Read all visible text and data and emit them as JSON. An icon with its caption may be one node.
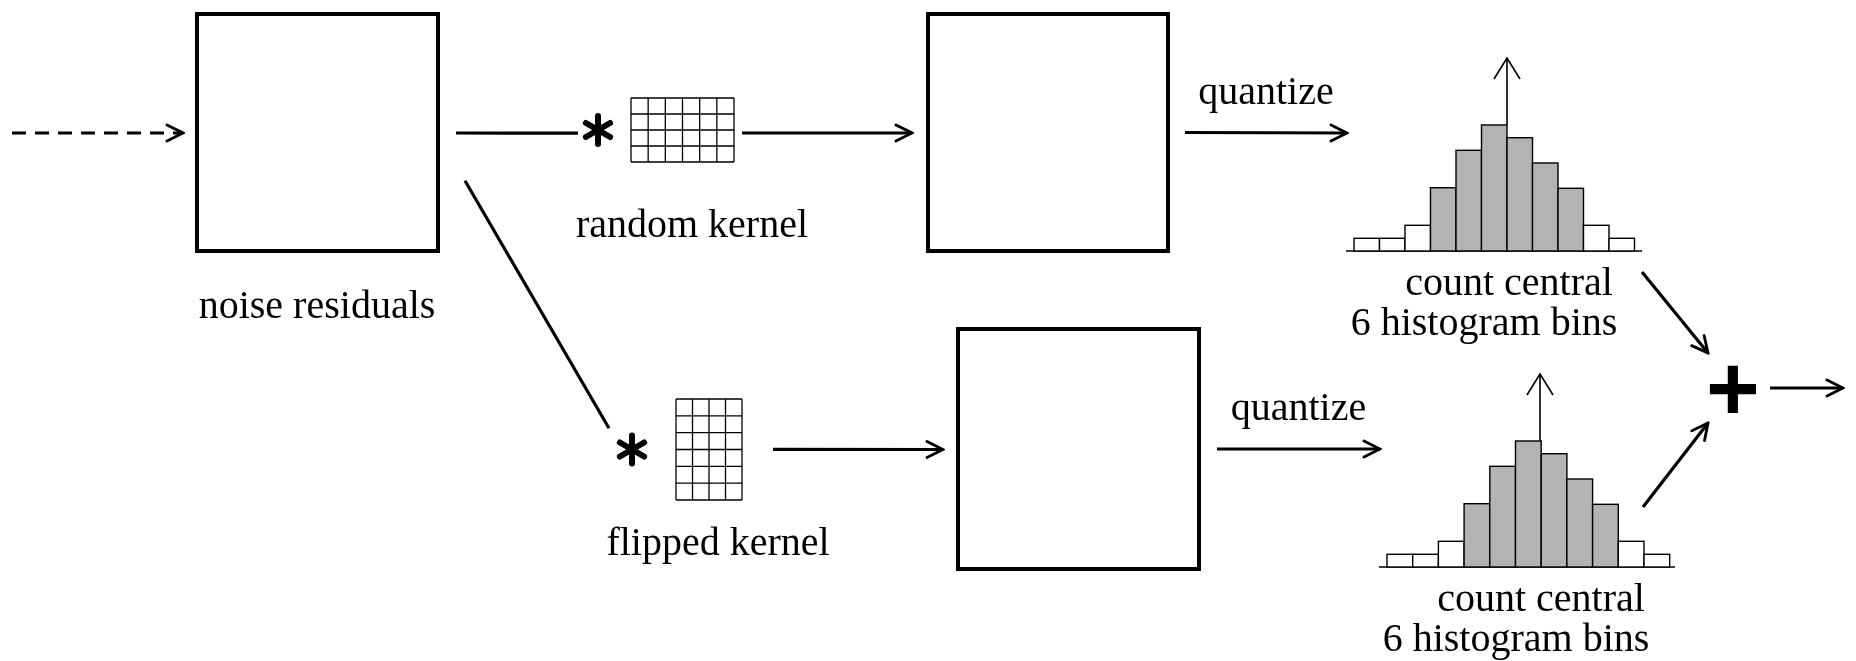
{
  "diagram": {
    "nodes": [
      {
        "text": [],
        "shape": "box",
        "beside": [
          "noise residuals"
        ]
      },
      {
        "text": [],
        "shape": "picture",
        "beside": [
          "random kernel"
        ]
      },
      {
        "text": [],
        "shape": "picture",
        "beside": [
          "flipped kernel"
        ]
      },
      {
        "text": [],
        "shape": "box"
      },
      {
        "text": [],
        "shape": "box"
      },
      {
        "text": [],
        "shape": "picture",
        "beside": [
          "count central 6 histogram bins"
        ]
      },
      {
        "text": [],
        "shape": "picture",
        "beside": [
          "count central 6 histogram bins"
        ]
      },
      {
        "text": [
          "+"
        ]
      }
    ],
    "edges": [
      {
        "from": null,
        "to": 0,
        "arrow": "to",
        "style": "dashed"
      },
      {
        "from": 0,
        "to": 1,
        "arrow": "none"
      },
      {
        "from": 0,
        "to": 2,
        "arrow": "none"
      },
      {
        "from": 1,
        "to": 3,
        "arrow": "to"
      },
      {
        "from": 2,
        "to": 4,
        "arrow": "to"
      },
      {
        "from": 3,
        "to": 5,
        "arrow": "to",
        "label": "quantize"
      },
      {
        "from": 4,
        "to": 6,
        "arrow": "to",
        "label": "quantize"
      },
      {
        "from": 5,
        "to": 7,
        "arrow": "to"
      },
      {
        "from": 6,
        "to": 7,
        "arrow": "to"
      },
      {
        "from": 7,
        "to": null,
        "arrow": "to"
      }
    ]
  }
}
